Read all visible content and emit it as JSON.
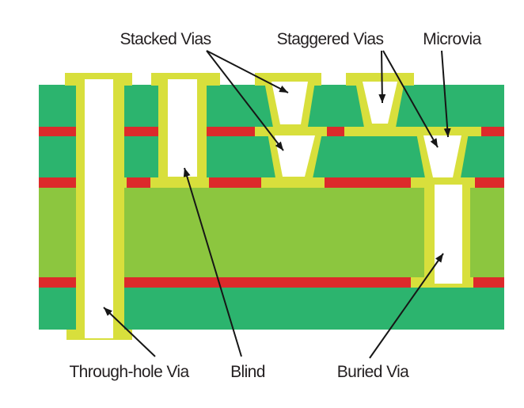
{
  "diagram": {
    "labels": {
      "stacked_vias": "Stacked Vias",
      "staggered_vias": "Staggered Vias",
      "microvia": "Microvia",
      "through_hole_via": "Through-hole Via",
      "blind_via": "Blind",
      "buried_via": "Buried Via"
    },
    "colors": {
      "substrate_green": "#2cb46e",
      "core_green": "#8cc63f",
      "pad_lime": "#d8df3c",
      "copper_red": "#dc2a2b",
      "via_white": "#ffffff",
      "text": "#231f20",
      "arrow": "#161616",
      "background": "#ffffff"
    }
  }
}
